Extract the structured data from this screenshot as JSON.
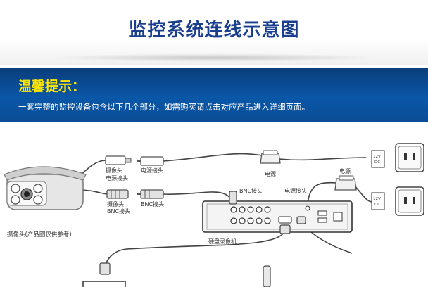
{
  "page": {
    "title": "监控系统连线示意图"
  },
  "tip": {
    "heading": "温馨提示：",
    "text": "一套完整的监控设备包含以下几个部分，如需购买请点击对应产品进入详细页面。"
  },
  "diagram": {
    "labels": {
      "camera_caption": "摄像头(产品图仅供参考)",
      "video_head": "摄像头",
      "power_head": "电源接头",
      "cam_power": "电源接头",
      "cam_bnc_line1": "摄像头",
      "cam_bnc_line2": "BNC接头",
      "bnc_head": "BNC接头",
      "power_supply_1": "电源",
      "power_supply_2": "电源",
      "dvr_bnc": "BNC接头",
      "dvr_power": "电源接头",
      "dvr_name": "硬盘录像机",
      "adapter_1": "12V",
      "adapter_1b": "DC",
      "adapter_2": "12V",
      "adapter_2b": "DC"
    }
  }
}
